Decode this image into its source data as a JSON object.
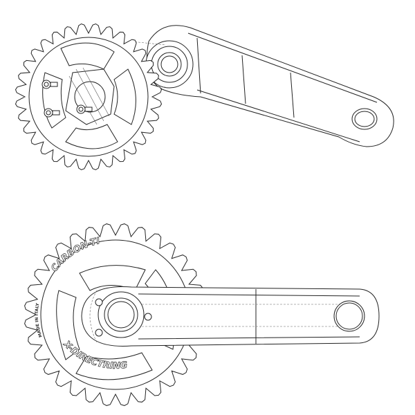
{
  "chainring_engraving": {
    "brand_top": "CARBON-TI",
    "model_bottom": "X-DIRECTRING",
    "origin": "MADE IN ITALY"
  },
  "views": {
    "exploded": {
      "teeth": 32
    },
    "assembled": {
      "teeth": 32
    }
  }
}
